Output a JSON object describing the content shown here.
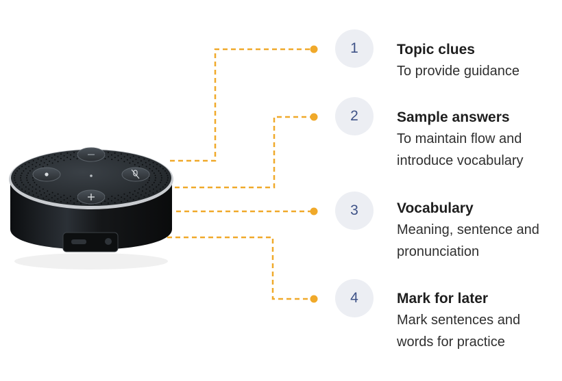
{
  "features": [
    {
      "number": "1",
      "title": "Topic clues",
      "description": "To provide guidance"
    },
    {
      "number": "2",
      "title": "Sample answers",
      "description": "To maintain flow and introduce vocabulary"
    },
    {
      "number": "3",
      "title": "Vocabulary",
      "description": "Meaning, sentence and pronunciation"
    },
    {
      "number": "4",
      "title": "Mark for later",
      "description": "Mark sentences and words for practice"
    }
  ],
  "colors": {
    "connector": "#f0a92a",
    "number_circle": "#eceef3",
    "number_text": "#3e5287",
    "device_top": "#2b3034",
    "device_body": "#14171a",
    "ring": "#c9ccd0"
  },
  "icons": {
    "volume_down": "minus-icon",
    "volume_up": "plus-icon",
    "action": "dot-icon",
    "mute": "mic-mute-icon"
  }
}
